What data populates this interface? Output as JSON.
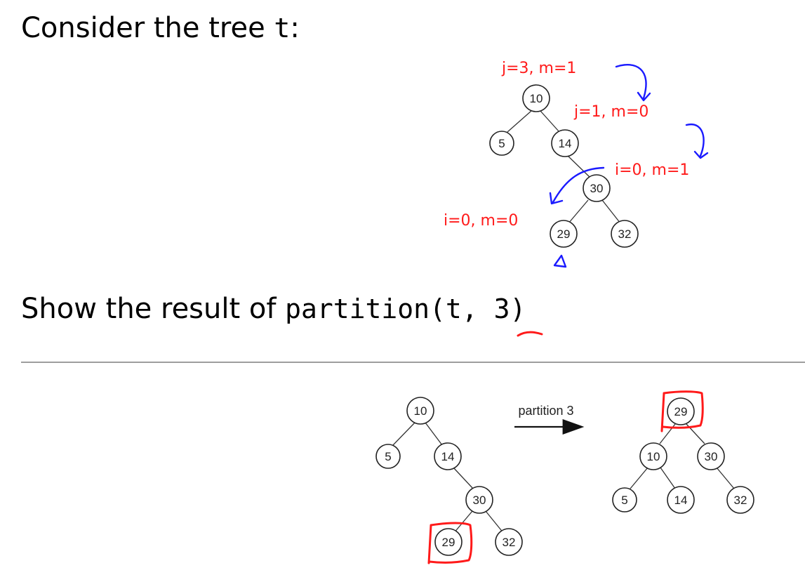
{
  "headings": {
    "consider_prefix": "Consider the tree ",
    "consider_code": "t",
    "consider_suffix": ":",
    "show_prefix": "Show the result of ",
    "show_code": "partition(t, 3)"
  },
  "top_tree": {
    "nodes": [
      "10",
      "5",
      "14",
      "30",
      "29",
      "32"
    ]
  },
  "annotations": {
    "step1": "j=3, m=1",
    "step2": "j=1, m=0",
    "step3": "i=0, m=1",
    "step4": "i=0, m=0"
  },
  "before_tree": {
    "nodes": [
      "10",
      "5",
      "14",
      "30",
      "29",
      "32"
    ]
  },
  "after_tree": {
    "nodes": [
      "29",
      "10",
      "30",
      "5",
      "14",
      "32"
    ]
  },
  "transition_label": "partition 3",
  "colors": {
    "handwriting_red": "#ff1a1a",
    "handwriting_blue": "#1a1aff",
    "node_stroke": "#222222"
  }
}
